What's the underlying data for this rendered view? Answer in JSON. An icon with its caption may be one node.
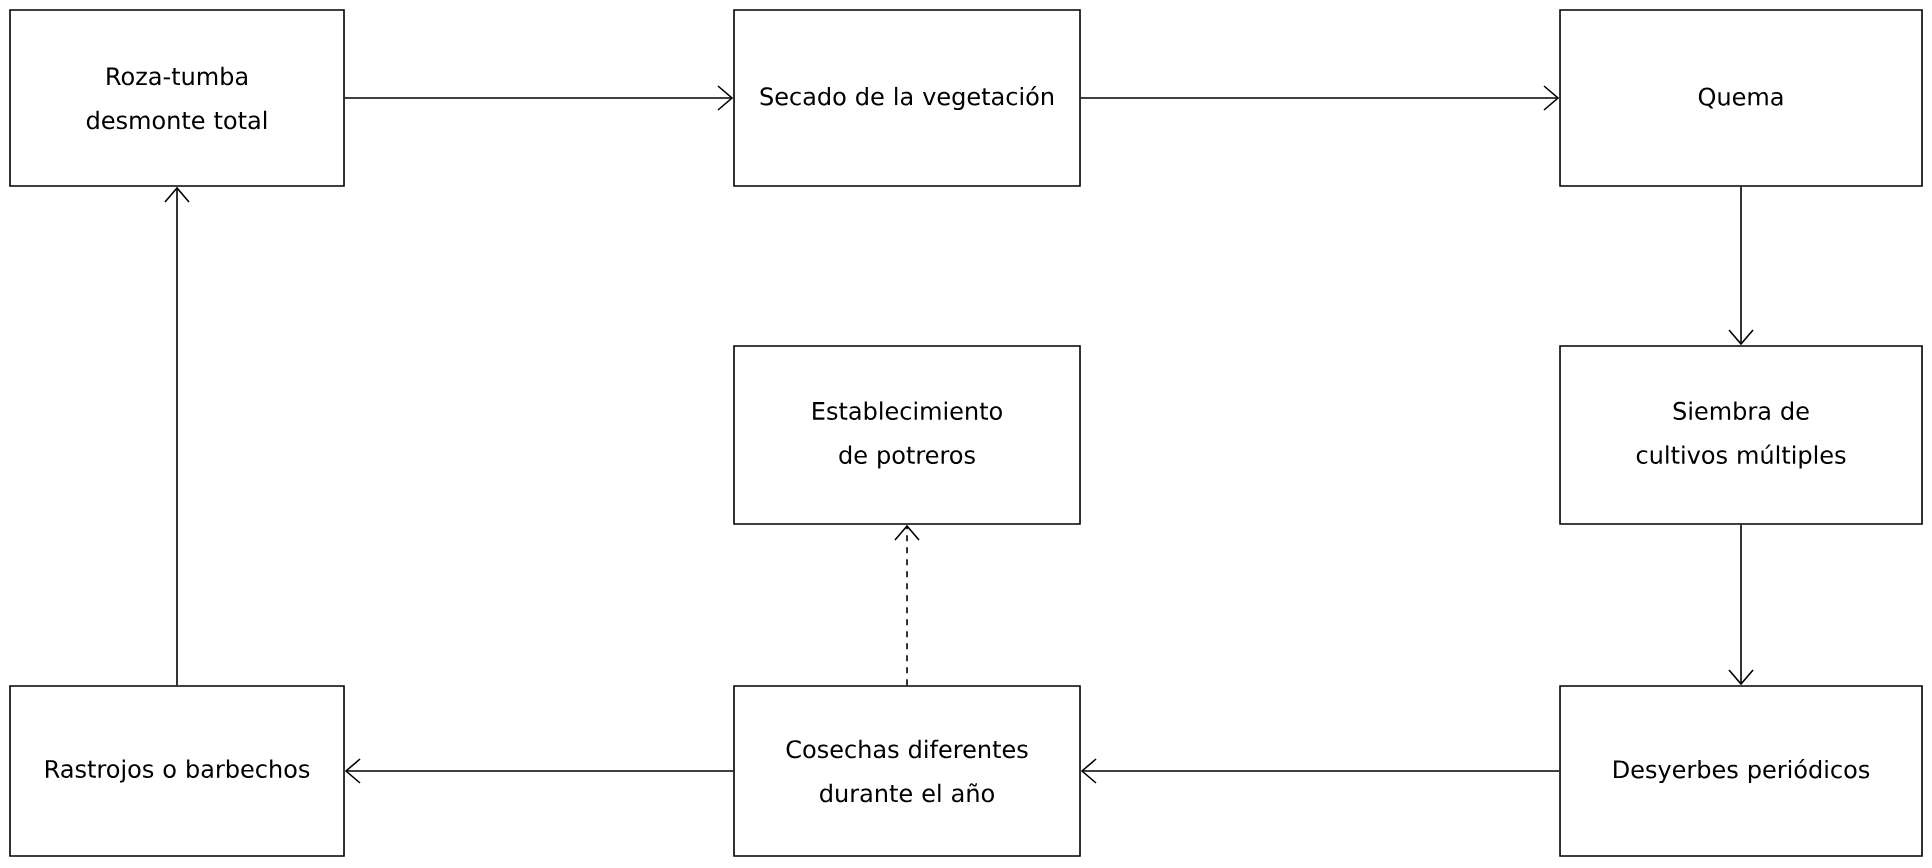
{
  "diagram": {
    "nodes": [
      {
        "text": [
          "Roza-tumba desmonte total"
        ]
      },
      {
        "text": [
          "Secado de la vegetación"
        ]
      },
      {
        "text": [
          "Quema"
        ]
      },
      {
        "text": [
          "Siembra de cultivos múltiples"
        ]
      },
      {
        "text": [
          "Establecimiento de potreros"
        ]
      },
      {
        "text": [
          "Desyerbes periódicos"
        ]
      },
      {
        "text": [
          "Cosechas diferentes durante el año"
        ]
      },
      {
        "text": [
          "Rastrojos o barbechos"
        ]
      }
    ],
    "edges": [
      {
        "from": 0,
        "to": 1,
        "arrow": "to"
      },
      {
        "from": 1,
        "to": 2,
        "arrow": "to"
      },
      {
        "from": 2,
        "to": 3,
        "arrow": "to"
      },
      {
        "from": 3,
        "to": 5,
        "arrow": "to"
      },
      {
        "from": 5,
        "to": 6,
        "arrow": "to"
      },
      {
        "from": 6,
        "to": 4,
        "arrow": "to",
        "style": "dashed"
      },
      {
        "from": 6,
        "to": 7,
        "arrow": "to"
      },
      {
        "from": 7,
        "to": 0,
        "arrow": "to"
      }
    ]
  }
}
